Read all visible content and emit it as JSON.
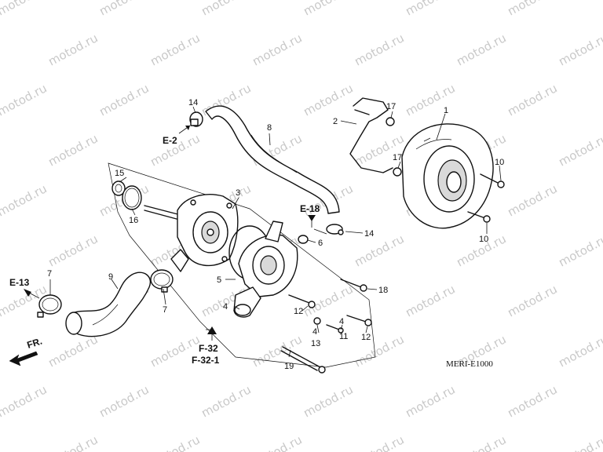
{
  "watermark": "motod.ru",
  "diagram_code": "MERI-E1000",
  "direction": {
    "label": "FR.",
    "icon": "front-direction-arrow-icon"
  },
  "callouts": {
    "n1": "1",
    "n2": "2",
    "n3": "3",
    "n4a": "4",
    "n4b": "4",
    "n4c": "4",
    "n5": "5",
    "n6": "6",
    "n7a": "7",
    "n7b": "7",
    "n8": "8",
    "n9": "9",
    "n10a": "10",
    "n10b": "10",
    "n11": "11",
    "n12a": "12",
    "n12b": "12",
    "n13": "13",
    "n14a": "14",
    "n14b": "14",
    "n15": "15",
    "n16": "16",
    "n17a": "17",
    "n17b": "17",
    "n18": "18",
    "n19": "19"
  },
  "references": {
    "e2": "E-2",
    "e13": "E-13",
    "e18": "E-18",
    "f32": "F-32",
    "f321": "F-32-1"
  }
}
